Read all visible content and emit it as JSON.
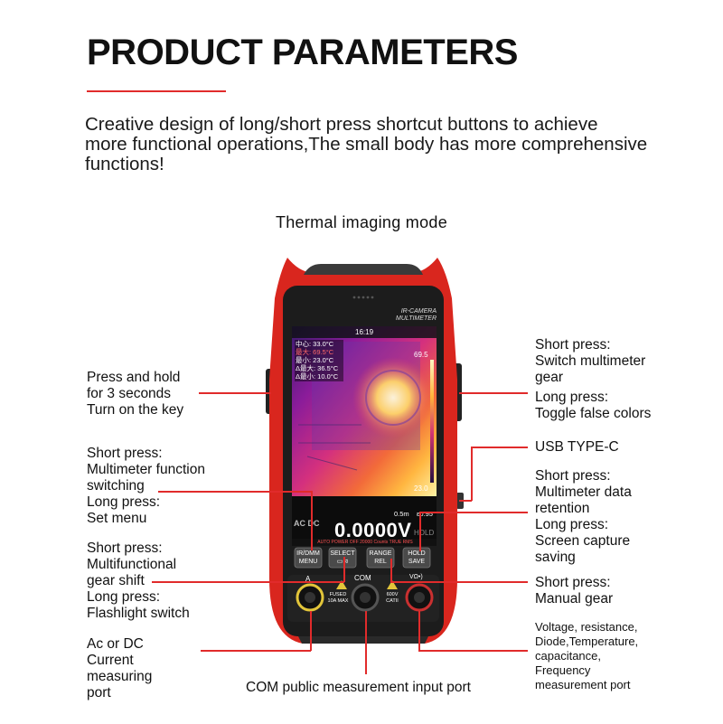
{
  "header": {
    "title": "PRODUCT PARAMETERS",
    "intro_lines": [
      "Creative design of long/short press shortcut buttons to achieve",
      "more functional operations,The small body has more comprehensive",
      "functions!"
    ],
    "mode": "Thermal imaging mode"
  },
  "device": {
    "brand_line1": "IR-CAMERA",
    "brand_line2": "MULTIMETER",
    "clock": "16:19",
    "readings": [
      "中心: 33.0°C",
      "最大: 69.5°C",
      "最小: 23.0°C",
      "Δ最大: 36.5°C",
      "Δ最小: 10.0°C"
    ],
    "scale_max": "69.5",
    "scale_min": "23.0",
    "distance": "0.5m",
    "emissivity": "ε0.95",
    "mode_acdc": "AC DC",
    "value": "0.0000V",
    "hold": "HOLD",
    "status_line": "AUTO POWER OFF   20000 Counts   TRUE RMS",
    "buttons": [
      {
        "top": "IR/DMM",
        "bottom": "MENU"
      },
      {
        "top": "SELECT",
        "bottom": "▭⊲"
      },
      {
        "top": "RANGE",
        "bottom": "REL"
      },
      {
        "top": "HOLD",
        "bottom": "SAVE"
      }
    ],
    "port_a": "A",
    "port_com": "COM",
    "port_v": "VΩ•)",
    "fused_line1": "FUSED",
    "fused_line2": "10A MAX",
    "cat_line1": "600V",
    "cat_line2": "CATII"
  },
  "callouts": {
    "power": [
      "Press and hold",
      "for 3 seconds",
      "Turn on the key"
    ],
    "function": [
      "Short press:",
      "Multimeter function",
      "switching",
      "Long press:",
      "Set menu"
    ],
    "gear": [
      "Short press:",
      "Multifunctional",
      "gear shift",
      "Long press:",
      "Flashlight switch"
    ],
    "acdc": [
      "Ac or DC",
      "Current",
      "measuring",
      "port"
    ],
    "com": "COM public measurement input port",
    "right_gear": [
      "Short press:",
      "Switch multimeter",
      "gear",
      "Long press:",
      "Toggle false colors"
    ],
    "usb": "USB TYPE-C",
    "hold": [
      "Short press:",
      "Multimeter data",
      "retention",
      "Long press:",
      "Screen capture",
      "saving"
    ],
    "manual": [
      "Short press:",
      "Manual gear"
    ],
    "voltage": [
      "Voltage, resistance,",
      "Diode,Temperature,",
      "capacitance,",
      "Frequency",
      "measurement port"
    ]
  },
  "colors": {
    "accent": "#e12b2b",
    "device_red": "#d9261e",
    "device_dark": "#2a2a2a"
  }
}
